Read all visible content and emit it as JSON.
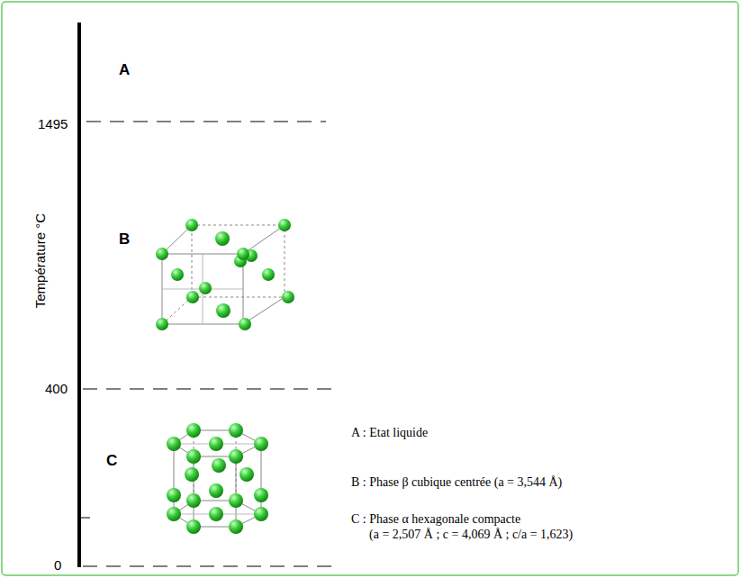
{
  "diagram": {
    "labels": [
      "A",
      "1495",
      "B",
      "Température °C",
      "400",
      "C",
      "0",
      "A : Etat liquide",
      "B : Phase β cubique centrée (a = 3,544 Å)",
      "C : Phase α hexagonale compacte",
      "(a = 2,507 Å ; c = 4,069 Å ; c/a = 1,623)"
    ]
  }
}
